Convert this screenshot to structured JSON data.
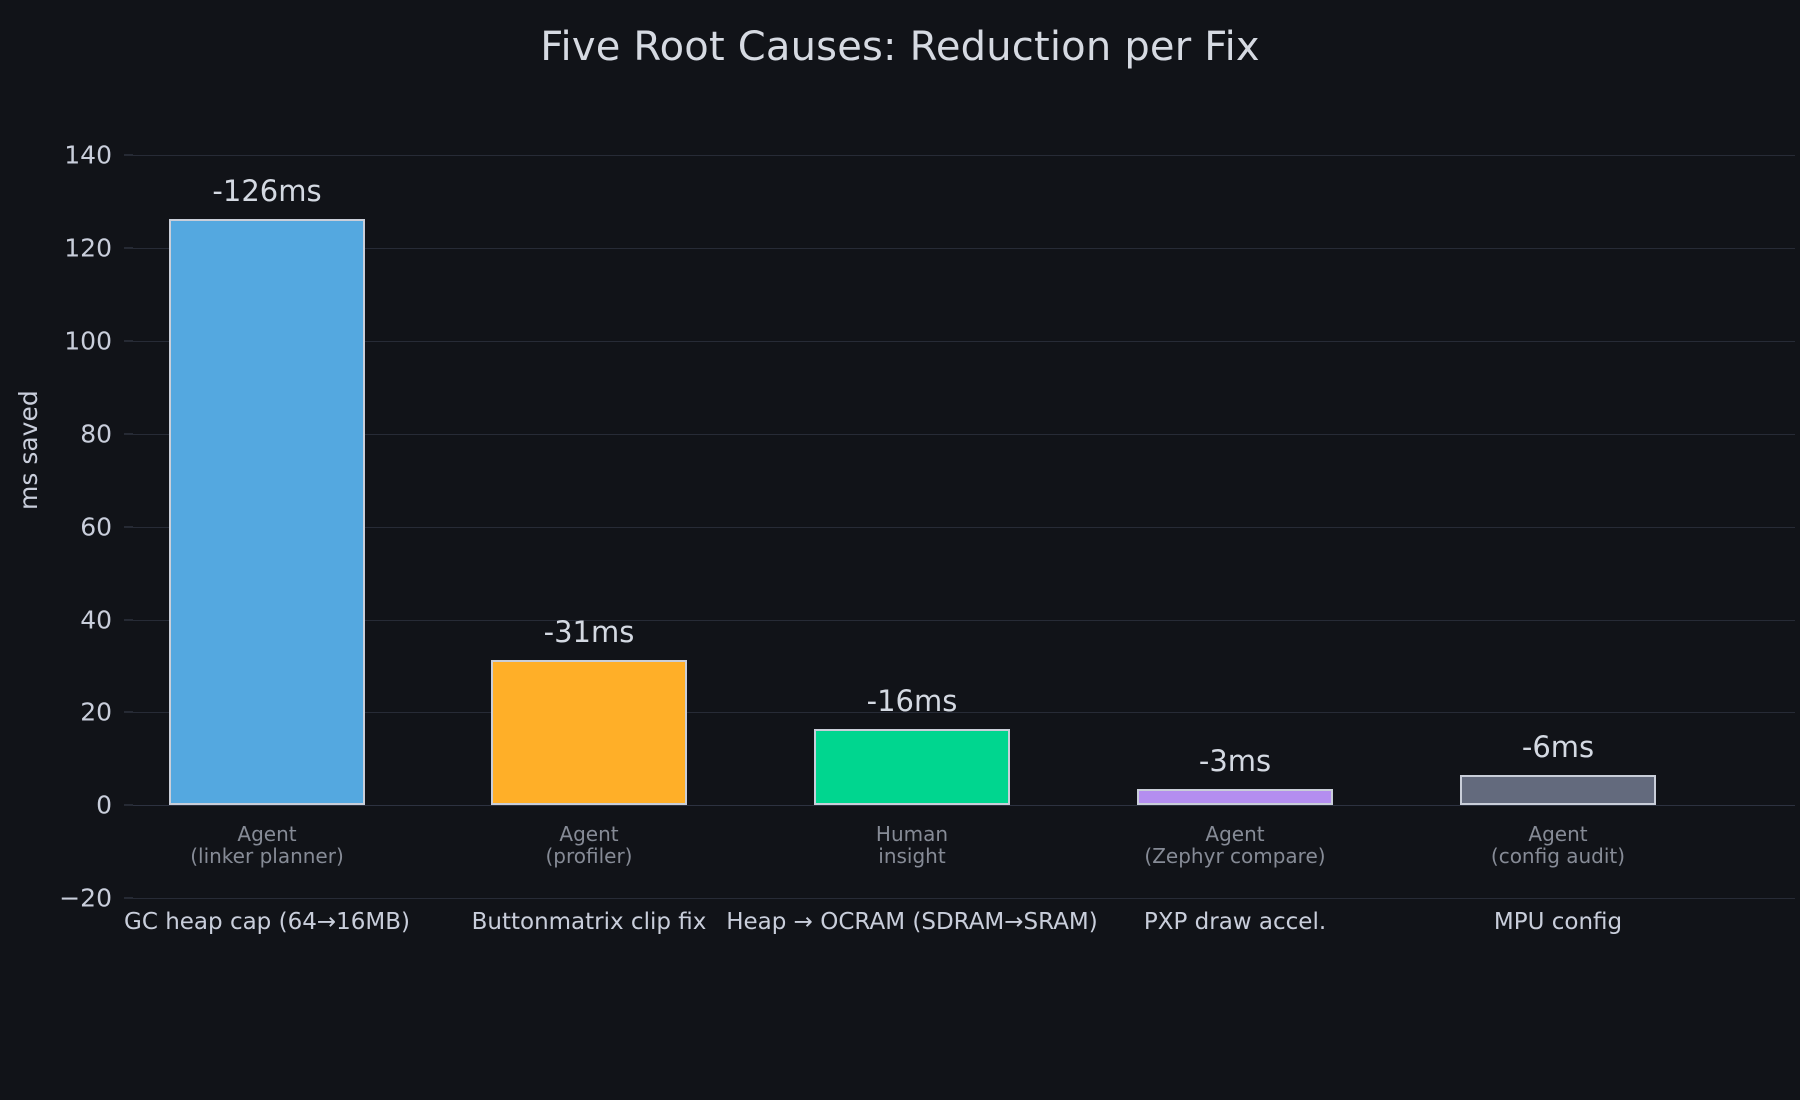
{
  "chart_data": {
    "type": "bar",
    "title": "Five Root Causes: Reduction per Fix",
    "xlabel": "",
    "ylabel": "ms saved",
    "ylim": [
      -20,
      145
    ],
    "yticks": [
      -20,
      0,
      20,
      40,
      60,
      80,
      100,
      120,
      140
    ],
    "ytick_labels": [
      "−20",
      "0",
      "20",
      "40",
      "60",
      "80",
      "100",
      "120",
      "140"
    ],
    "grid": true,
    "legend": "none",
    "categories": [
      "GC heap cap (64→16MB)",
      "Buttonmatrix clip fix",
      "Heap → OCRAM (SDRAM→SRAM)",
      "PXP draw accel.",
      "MPU config"
    ],
    "values": [
      126,
      31,
      16,
      3,
      6
    ],
    "value_labels": [
      "-126ms",
      "-31ms",
      "-16ms",
      "-3ms",
      "-6ms"
    ],
    "annotations": [
      "Agent\n(linker planner)",
      "Agent\n(profiler)",
      "Human\ninsight",
      "Agent\n(Zephyr compare)",
      "Agent\n(config audit)"
    ],
    "bar_colors": [
      "#54a8e0",
      "#ffaf28",
      "#00d68f",
      "#b48ef0",
      "#636a7d"
    ],
    "bar_edge_color": "#c9ced9",
    "background_color": "#111318",
    "text_color": "#c9cedb",
    "annotation_color": "#868b96",
    "grid_color": "#272b36"
  }
}
